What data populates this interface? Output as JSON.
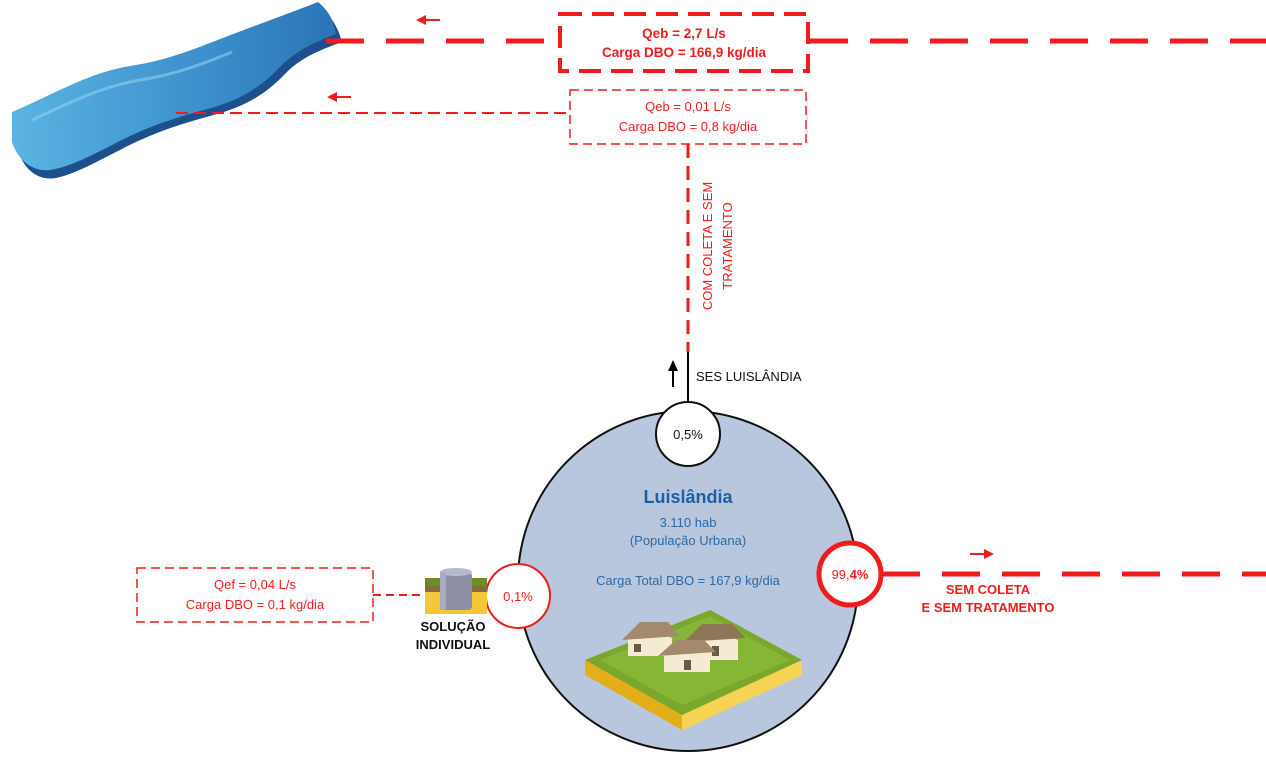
{
  "colors": {
    "red": "#ee1c1c",
    "blue_text": "#2a6aa8",
    "title_blue": "#1f5fa6",
    "circle_fill": "#b8c7dd",
    "river_light": "#4aa3d6",
    "river_dark": "#1a4f8a",
    "ground_green": "#7aaa2e",
    "ground_yellow": "#f2c836"
  },
  "river": {
    "icon": "river-icon"
  },
  "box_main": {
    "line1": "Qeb = 2,7 L/s",
    "line2": "Carga DBO = 166,9 kg/dia"
  },
  "box_collection": {
    "line1": "Qeb = 0,01 L/s",
    "line2": "Carga DBO = 0,8 kg/dia"
  },
  "vertical_label": {
    "line1": "COM COLETA E SEM",
    "line2": "TRATAMENTO"
  },
  "ses_label": "SES LUISLÂNDIA",
  "city": {
    "name": "Luislândia",
    "population": "3.110 hab",
    "population_note": "(População Urbana)",
    "total_load": "Carga Total DBO = 167,9 kg/dia",
    "icon": "houses-icon"
  },
  "nodes": {
    "top": "0,5%",
    "left": "0,1%",
    "right_a": "99,",
    "right_b": "4%"
  },
  "individual_box": {
    "line1": "Qef = 0,04 L/s",
    "line2": "Carga DBO = 0,1 kg/dia"
  },
  "individual_label": {
    "line1": "SOLUÇÃO",
    "line2": "INDIVIDUAL",
    "icon": "septic-tank-icon"
  },
  "right_label": {
    "line1": "SEM COLETA",
    "line2": "E SEM TRATAMENTO"
  }
}
